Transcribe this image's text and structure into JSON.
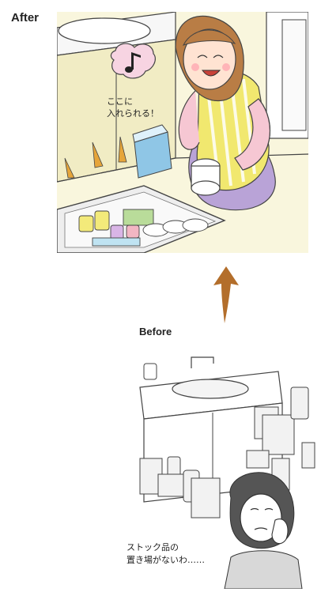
{
  "after": {
    "label": "After",
    "speech": {
      "line1": "ここに",
      "line2": "入れられる！"
    }
  },
  "before": {
    "label": "Before",
    "caption": {
      "line1": "ストック品の",
      "line2": "置き場がないわ……"
    }
  },
  "icons": [
    "music-note-icon",
    "up-arrow-icon"
  ],
  "colors": {
    "floor": "#f4efc1",
    "cabinet": "#f1ecc4",
    "apron": "#f1e86f",
    "skin": "#ffe3d2",
    "hair": "#b97d45",
    "shirt": "#f6c7d3",
    "skirt": "#b9a3d7",
    "arrow": "#b36e2b",
    "accent": "#e6a53a"
  }
}
